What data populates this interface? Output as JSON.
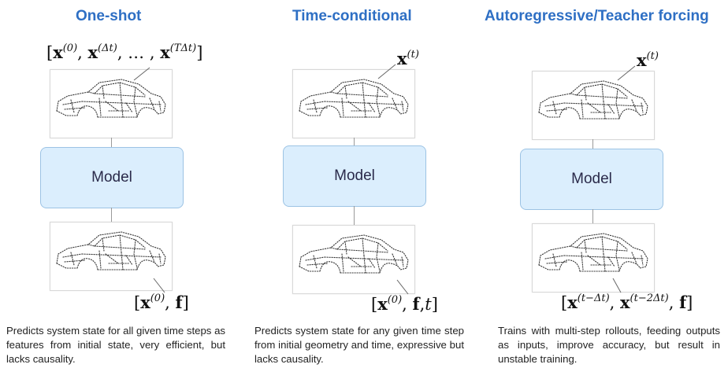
{
  "columns": [
    {
      "title": "One-shot",
      "model_label": "Model",
      "top_label": {
        "bold": [
          "x",
          "x",
          "x"
        ],
        "sups": [
          "(0)",
          "(Δt)",
          "(TΔt)"
        ],
        "sep": ", ..., "
      },
      "bottom_label": "[x(0), f]",
      "description": "Predicts system state for all given time steps as features from initial state, very efficient, but lacks causality."
    },
    {
      "title": "Time-conditional",
      "model_label": "Model",
      "top_label": "x(t)",
      "bottom_label": "[x(0), f,t]",
      "description": "Predicts system state for any given time step from initial geometry and time, expressive but lacks causality."
    },
    {
      "title": "Autoregressive/Teacher forcing",
      "model_label": "Model",
      "top_label": "x(t)",
      "bottom_label": "[x(t−Δt), x(t−2Δt), f]",
      "description": "Trains with multi-step rollouts, feeding outputs as inputs, improve accuracy, but result in unstable training."
    }
  ],
  "colors": {
    "title": "#2e6fc4",
    "model_fill": "#dbeefd",
    "model_border": "#9cc3e4"
  },
  "icons": [
    "car-point-cloud-icon"
  ]
}
